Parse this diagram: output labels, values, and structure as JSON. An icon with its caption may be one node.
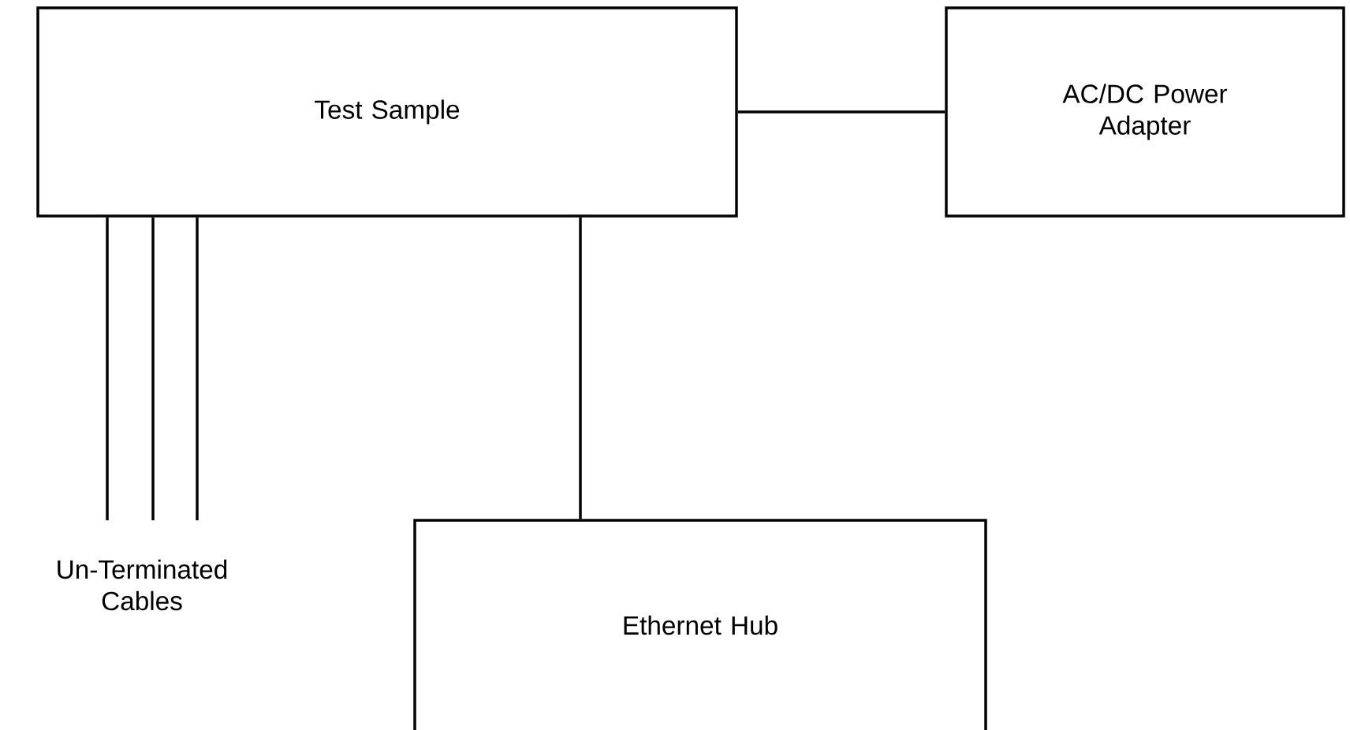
{
  "diagram": {
    "nodes": [
      {
        "text": [
          "Test Sample"
        ]
      },
      {
        "text": [
          "AC/DC Power Adapter"
        ]
      },
      {
        "text": [
          "Ethernet Hub"
        ]
      }
    ],
    "edges": [
      {
        "from": 0,
        "to": 1,
        "arrow": "none"
      },
      {
        "from": 0,
        "to": 2,
        "arrow": "none"
      },
      {
        "from": 0,
        "to": null,
        "arrow": "none"
      },
      {
        "from": 0,
        "to": null,
        "arrow": "none"
      },
      {
        "from": 0,
        "to": null,
        "arrow": "none"
      }
    ],
    "labels": [
      "Un-Terminated Cables"
    ]
  }
}
